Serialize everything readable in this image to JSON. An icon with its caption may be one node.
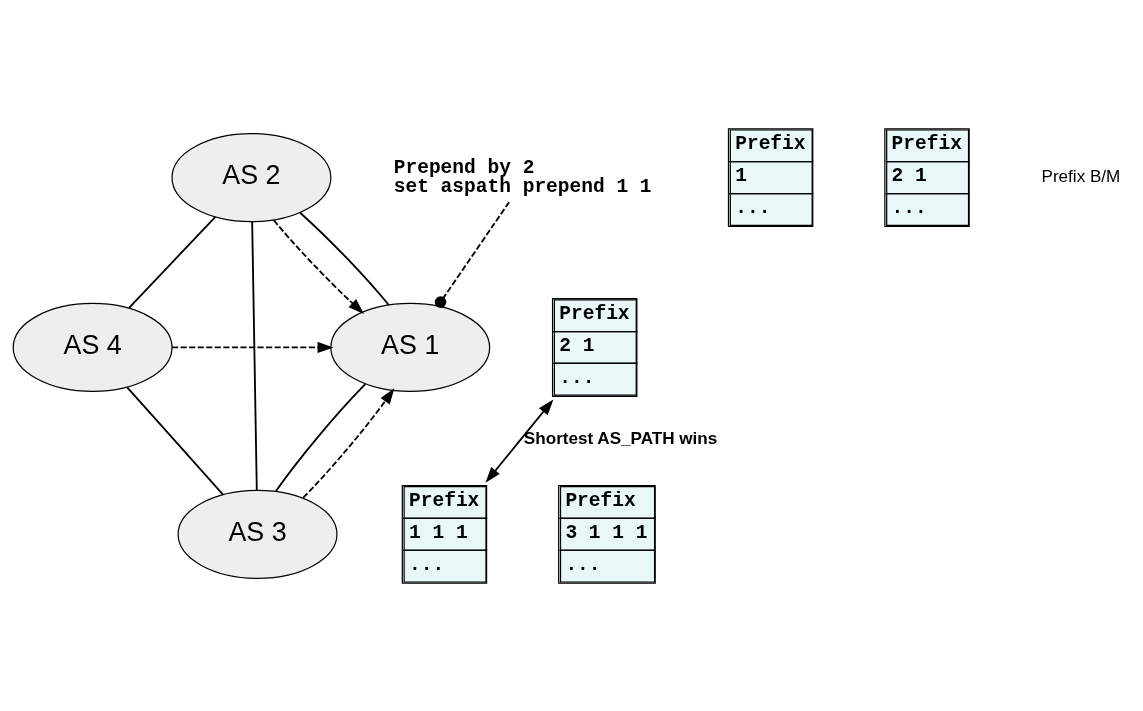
{
  "diagram": {
    "nodes": [
      {
        "text": [
          "AS 2"
        ]
      },
      {
        "text": [
          "Prefix",
          "1",
          "..."
        ]
      },
      {
        "text": [
          "Prefix",
          "2 1",
          "..."
        ]
      },
      {
        "text": [
          "AS 1"
        ]
      },
      {
        "text": [
          "AS 4"
        ]
      },
      {
        "text": [
          "Prefix",
          "2 1",
          "..."
        ]
      },
      {
        "text": [
          "Prefix",
          "1 1 1",
          "..."
        ]
      },
      {
        "text": [
          "AS 3"
        ]
      },
      {
        "text": [
          "Prefix",
          "3 1 1 1",
          "..."
        ]
      },
      {
        "text": [
          "Prepend by 2",
          "set aspath prepend 1 1"
        ]
      }
    ],
    "edges": [
      {
        "from": 3,
        "to": 0,
        "arrow": "none"
      },
      {
        "from": 3,
        "to": 7,
        "arrow": "none"
      },
      {
        "from": 0,
        "to": 7,
        "arrow": "none"
      },
      {
        "from": 0,
        "to": 4,
        "arrow": "none"
      },
      {
        "from": 7,
        "to": 4,
        "arrow": "none"
      },
      {
        "from": 0,
        "to": 3,
        "arrow": "to",
        "style": "dashed"
      },
      {
        "from": 4,
        "to": 3,
        "arrow": "to",
        "style": "dashed"
      },
      {
        "from": 7,
        "to": 3,
        "arrow": "to",
        "style": "dashed"
      },
      {
        "from": 6,
        "to": 5,
        "arrow": "both",
        "label": "Shortest AS_PATH wins"
      },
      {
        "from": 9,
        "to": 3,
        "arrow": "other",
        "style": "dashed"
      }
    ],
    "labels": [
      "Prefix B/M"
    ]
  }
}
